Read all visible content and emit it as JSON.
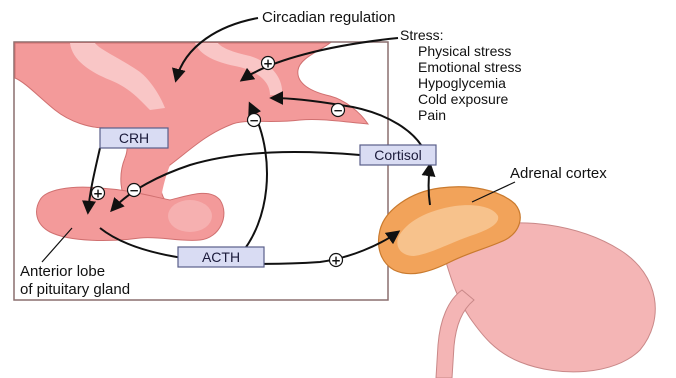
{
  "labels": {
    "circadian": "Circadian regulation",
    "stress_heading": "Stress:",
    "stress_items": [
      "Physical stress",
      "Emotional stress",
      "Hypoglycemia",
      "Cold exposure",
      "Pain"
    ],
    "adrenal": "Adrenal cortex",
    "pituitary_line1": "Anterior lobe",
    "pituitary_line2": "of pituitary gland"
  },
  "boxes": {
    "crh": "CRH",
    "cortisol": "Cortisol",
    "acth": "ACTH"
  },
  "signs": {
    "stress_plus": "+",
    "cortisol_minus_hypothalamus": "−",
    "cortisol_minus_pituitary": "−",
    "crh_plus": "+",
    "cortisol_minus_upper": "−",
    "acth_plus": "+"
  },
  "colors": {
    "tissue_pink": "#f39a9a",
    "tissue_light": "#f9c6c6",
    "box_fill": "#d9dcf3",
    "adrenal_orange": "#f2a35a",
    "kidney_pink": "#f4b5b5"
  }
}
